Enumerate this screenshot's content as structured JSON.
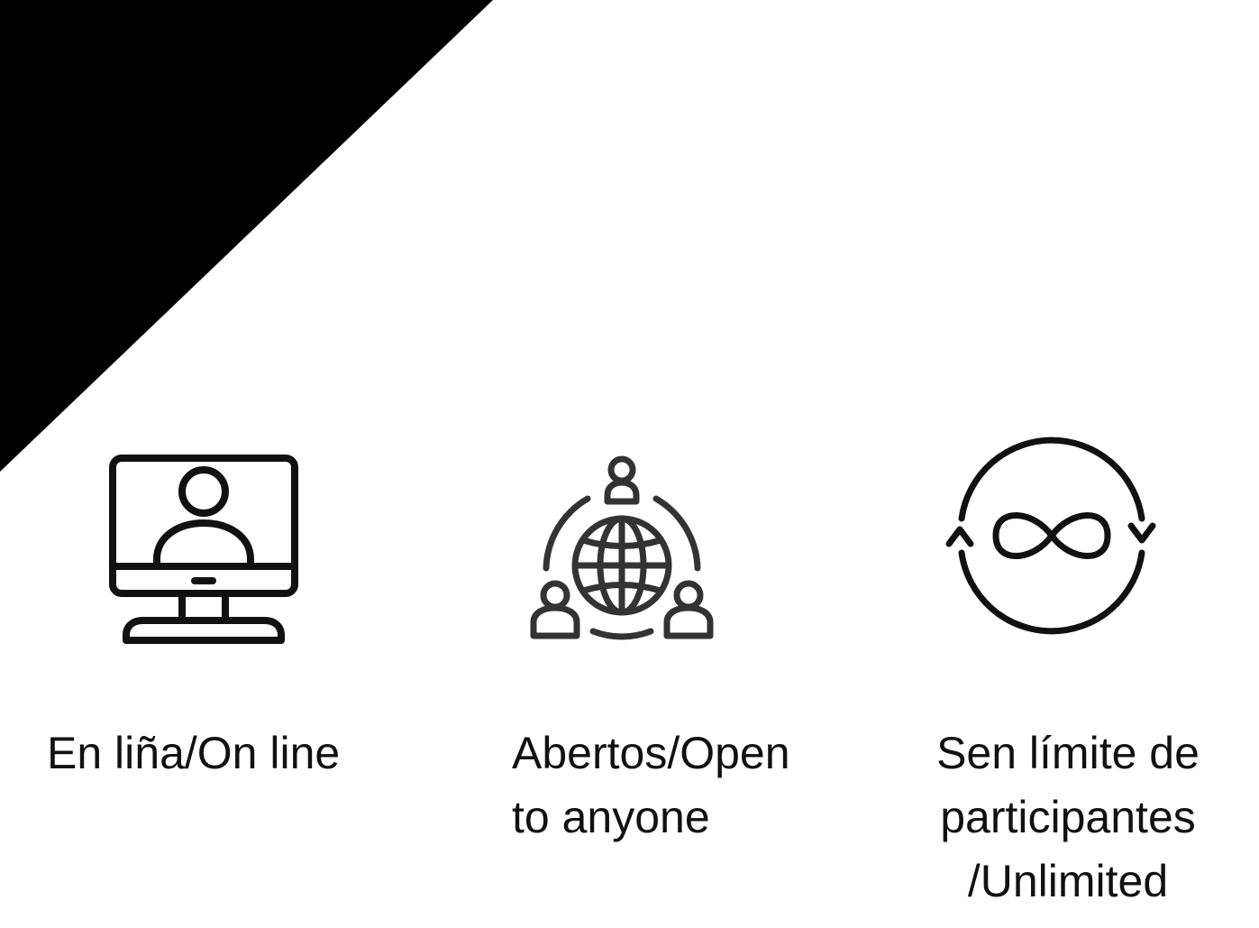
{
  "page": {
    "background_color": "#ffffff",
    "accent_color": "#000000",
    "icon_color": "#111111",
    "globe_icon_color": "#333333"
  },
  "features": [
    {
      "icon": "computer-user-icon",
      "label": "En liña/On line"
    },
    {
      "icon": "global-community-icon",
      "label": "Abertos/Open\nto anyone"
    },
    {
      "icon": "infinity-cycle-icon",
      "label": "Sen límite de\nparticipantes\n/Unlimited"
    }
  ]
}
